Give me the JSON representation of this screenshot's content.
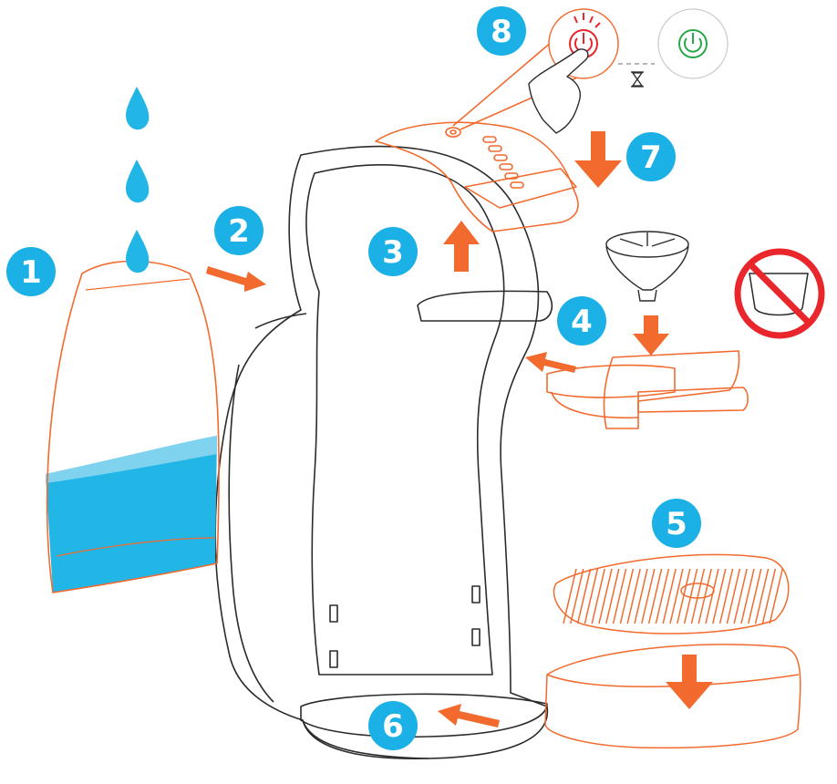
{
  "colors": {
    "accent": "#f26a2e",
    "badge": "#1bb1e6",
    "water": "#22b6e6",
    "water_light": "#7fd3ef",
    "outline": "#2b2b2b",
    "prohibit": "#e8262c",
    "power_on": "#2aa84a"
  },
  "steps": [
    {
      "label": "1"
    },
    {
      "label": "2"
    },
    {
      "label": "3"
    },
    {
      "label": "4"
    },
    {
      "label": "5"
    },
    {
      "label": "6"
    },
    {
      "label": "7"
    },
    {
      "label": "8"
    }
  ],
  "icons": {
    "water_drop": "water-drop-icon",
    "power_button": "power-button-icon",
    "hourglass": "hourglass-icon",
    "prohibited": "prohibited-icon",
    "hand": "hand-pointer-icon"
  }
}
